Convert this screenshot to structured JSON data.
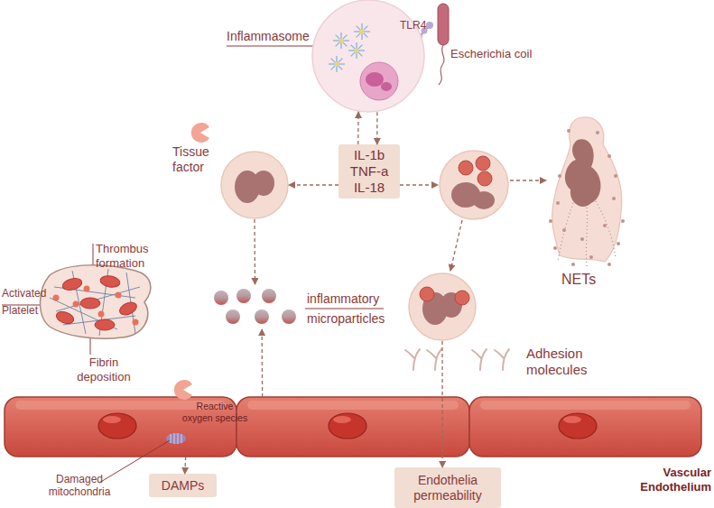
{
  "diagram": {
    "nodes": [
      {
        "text": [
          "Inflammasome"
        ]
      },
      {
        "text": [
          "IL-1b TNF-a IL-18"
        ]
      },
      {
        "text": [
          "Tissue factor"
        ]
      },
      {
        "text": [
          "NETs"
        ]
      },
      {
        "text": [
          "inflammatory microparticles"
        ]
      },
      {
        "text": [
          "Adhesion molecules"
        ]
      },
      {
        "text": [
          "Vascular Endothelium"
        ]
      },
      {
        "text": [
          "DAMPs"
        ]
      },
      {
        "text": [
          "Endothelia permeability"
        ]
      }
    ],
    "edges": [
      {
        "from": 0,
        "to": 1,
        "arrow": "to"
      },
      {
        "from": 1,
        "to": 0,
        "arrow": "to"
      },
      {
        "from": 1,
        "to": 2,
        "arrow": "to"
      },
      {
        "from": 2,
        "to": 4,
        "arrow": "to"
      },
      {
        "from": 6,
        "to": 4,
        "arrow": "to"
      },
      {
        "from": 5,
        "to": 8,
        "arrow": "to"
      },
      {
        "from": 6,
        "to": 7,
        "arrow": "to"
      }
    ],
    "labels": [
      "TLR4",
      "Escherichia coil",
      "Thrombus formation",
      "Activated Platelet",
      "Fibrin deposition",
      "Reactive oxygen species",
      "Damaged mitochondria"
    ]
  }
}
